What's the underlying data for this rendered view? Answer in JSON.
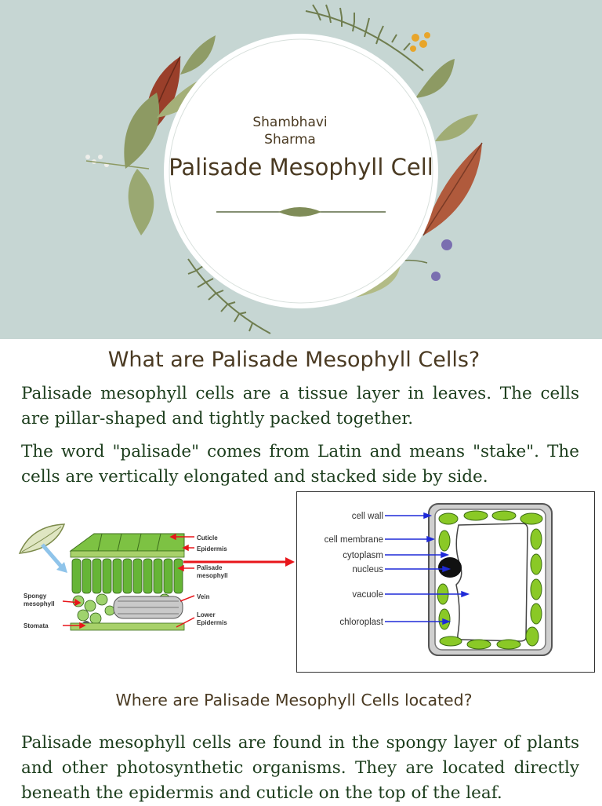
{
  "cover": {
    "author": "Shambhavi Sharma",
    "title": "Palisade Mesophyll Cell"
  },
  "section1": {
    "heading": "What are Palisade Mesophyll Cells?",
    "paragraphs": [
      "Palisade mesophyll cells are a tissue layer in leaves. The cells are pillar-shaped and tightly packed together.",
      "The word \"palisade\" comes from Latin and means \"stake\". The cells are vertically elongated and stacked side by side."
    ]
  },
  "leaf_diagram": {
    "labels": {
      "cuticle": "Cuticle",
      "epidermis": "Epidermis",
      "palisade_line1": "Palisade",
      "palisade_line2": "mesophyll",
      "vein": "Vein",
      "lower_line1": "Lower",
      "lower_line2": "Epidermis",
      "spongy_line1": "Spongy",
      "spongy_line2": "mesophyll",
      "stomata": "Stomata"
    }
  },
  "cell_diagram": {
    "labels": {
      "cell_wall": "cell wall",
      "cell_membrane": "cell membrane",
      "cytoplasm": "cytoplasm",
      "nucleus": "nucleus",
      "vacuole": "vacuole",
      "chloroplast": "chloroplast"
    }
  },
  "section2": {
    "heading": "Where are Palisade Mesophyll Cells located?",
    "paragraph": "Palisade mesophyll cells are found in the spongy layer of plants and other photosynthetic organisms. They are located directly beneath the epidermis and cuticle on the top of the leaf."
  },
  "colors": {
    "hero_bg": "#c6d6d3",
    "heading_text": "#4a3a22",
    "body_text": "#1c3d1c",
    "arrow_red": "#e8161b",
    "arrow_blue": "#1f2ad8",
    "chloroplast_green": "#8ac926"
  }
}
